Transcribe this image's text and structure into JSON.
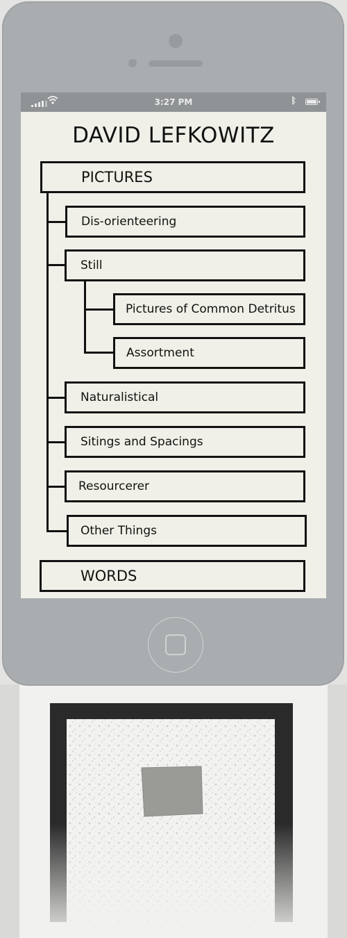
{
  "status_bar": {
    "time": "3:27 PM"
  },
  "site": {
    "title": "DAVID LEFKOWITZ"
  },
  "nav": {
    "pictures": "PICTURES",
    "dis_orienteering": "Dis-orienteering",
    "still": "Still",
    "pictures_of_common_detritus": "Pictures of Common Detritus",
    "assortment": "Assortment",
    "naturalistical": "Naturalistical",
    "sitings_and_spacings": "Sitings and Spacings",
    "resourcerer": "Resourcerer",
    "other_things": "Other Things",
    "words": "WORDS"
  },
  "icons": {
    "signal": "signal-icon",
    "wifi": "wifi-icon",
    "bluetooth": "bluetooth-icon",
    "battery": "battery-icon",
    "home": "home-button-icon"
  },
  "colors": {
    "phone": "#a9adaf",
    "screen": "#f0f0e8",
    "status_bar": "#8f9395",
    "ink": "#111111"
  }
}
